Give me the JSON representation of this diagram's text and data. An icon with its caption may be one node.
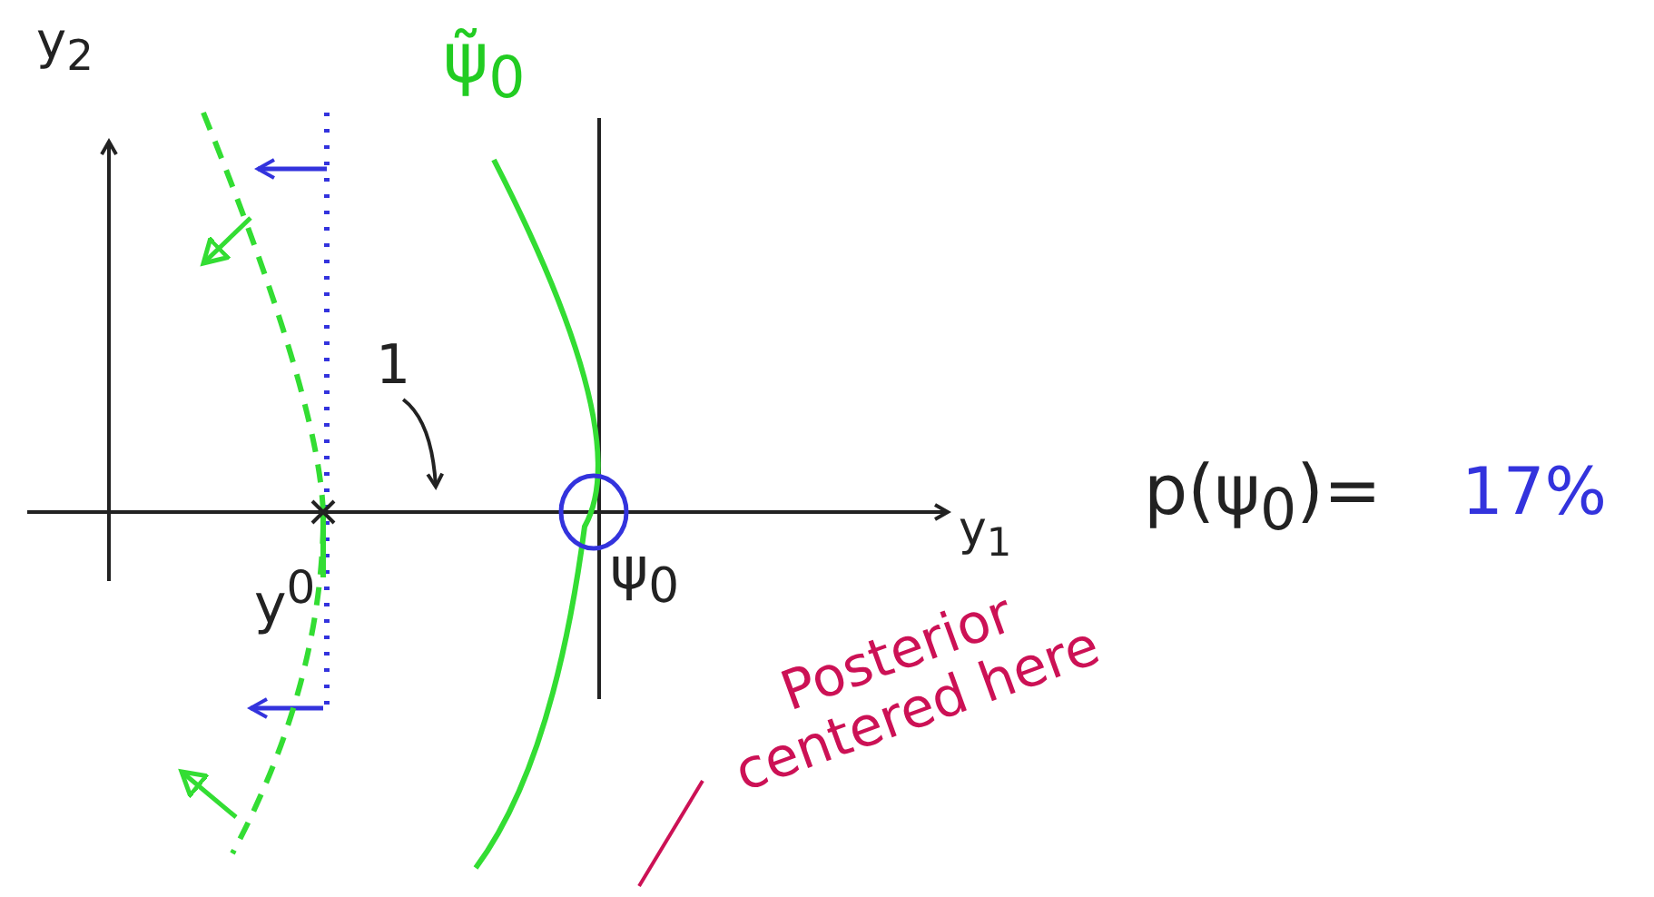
{
  "diagram": {
    "nodes": [
      {
        "text": [
          "1"
        ]
      },
      {
        "text": [
          "Posterior centered here"
        ]
      }
    ],
    "edges": [
      {
        "from": 0,
        "to": null,
        "arrow": "to"
      },
      {
        "from": 1,
        "to": null,
        "arrow": "none",
        "color": "#cc1155"
      }
    ],
    "labels": [
      "y$_{2}$",
      "ψ̃$_{0}$",
      "y$^{0}$",
      "ψ$_{0}$",
      "y$_{1}$",
      "p(ψ$_{0}$)=",
      "17%"
    ]
  }
}
